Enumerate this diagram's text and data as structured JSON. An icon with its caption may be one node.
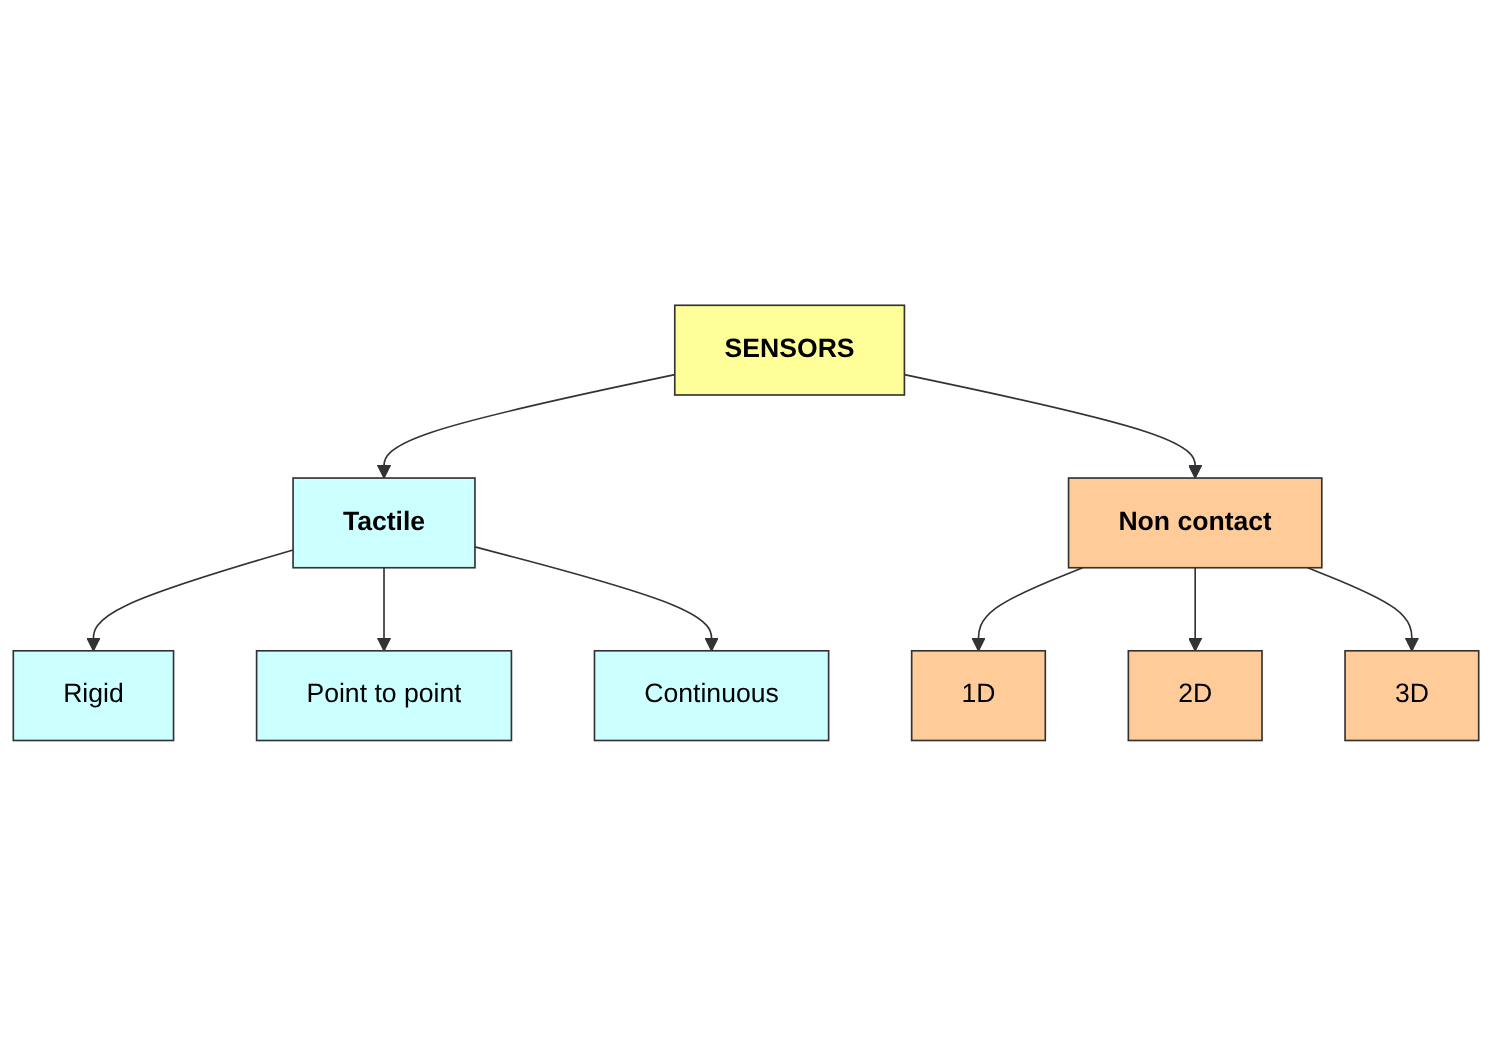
{
  "diagram": {
    "nodes": [
      {
        "text": [
          "SENSORS"
        ]
      },
      {
        "text": [
          "Tactile"
        ]
      },
      {
        "text": [
          "Non contact"
        ]
      },
      {
        "text": [
          "Rigid"
        ]
      },
      {
        "text": [
          "Point to point"
        ]
      },
      {
        "text": [
          "Continuous"
        ]
      },
      {
        "text": [
          "1D"
        ]
      },
      {
        "text": [
          "2D"
        ]
      },
      {
        "text": [
          "3D"
        ]
      }
    ],
    "edges": [
      {
        "from": 0,
        "to": 1,
        "arrow": "to"
      },
      {
        "from": 0,
        "to": 2,
        "arrow": "to"
      },
      {
        "from": 1,
        "to": 3,
        "arrow": "to"
      },
      {
        "from": 1,
        "to": 4,
        "arrow": "to"
      },
      {
        "from": 1,
        "to": 5,
        "arrow": "to"
      },
      {
        "from": 2,
        "to": 6,
        "arrow": "to"
      },
      {
        "from": 2,
        "to": 7,
        "arrow": "to"
      },
      {
        "from": 2,
        "to": 8,
        "arrow": "to"
      }
    ]
  }
}
